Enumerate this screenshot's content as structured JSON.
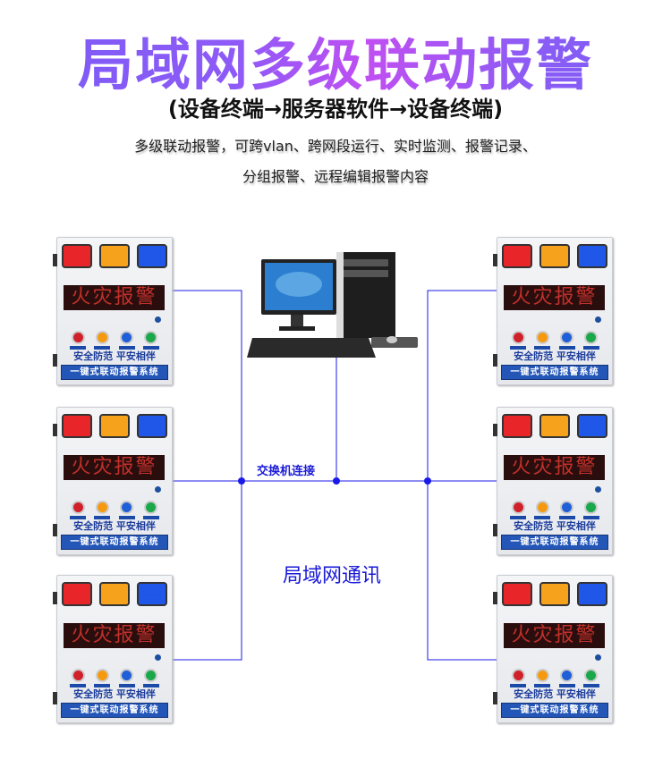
{
  "title": "局域网多级联动报警",
  "subtitle": "(设备终端→服务器软件→设备终端)",
  "description_line1": "多级联动报警，可跨vlan、跨网段运行、实时监测、报警记录、",
  "description_line2": "分组报警、远程编辑报警内容",
  "switch_label": "交换机连接",
  "network_label": "局域网通讯",
  "device": {
    "display_text": "火灾报警",
    "slogan": "安全防范 平安相伴",
    "system_name": "一键式联动报警系统",
    "light_colors": [
      "#e8262a",
      "#f7a21c",
      "#1f57e8"
    ],
    "button_colors": [
      "#d0202a",
      "#f59a10",
      "#1f5fd8",
      "#1aa84a"
    ]
  },
  "devices": [
    "left-1",
    "left-2",
    "left-3",
    "right-1",
    "right-2",
    "right-3"
  ]
}
